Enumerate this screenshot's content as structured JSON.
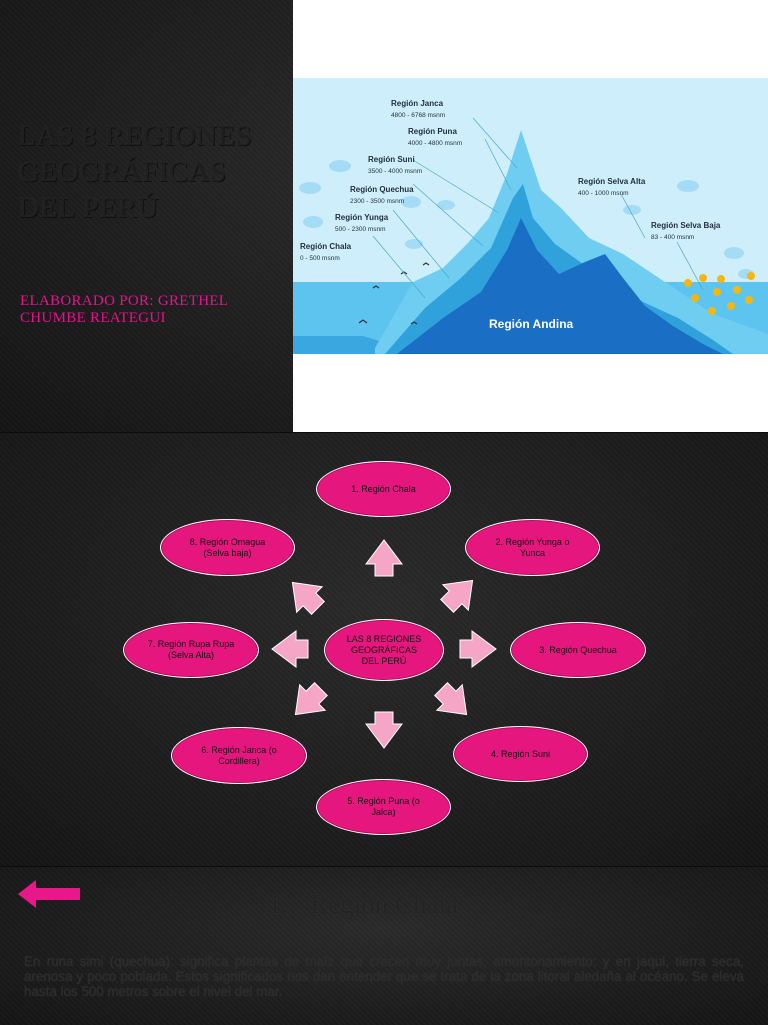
{
  "slide1": {
    "title": "LAS 8 REGIONES GEOGRÁFICAS DEL PERÚ",
    "author": "ELABORADO POR: GRETHEL CHUMBE REATEGUI",
    "map": {
      "center_label": "Región Andina",
      "regions": [
        {
          "name": "Región Janca",
          "range": "4800 - 6768 msnm"
        },
        {
          "name": "Región Puna",
          "range": "4000 - 4800 msnm"
        },
        {
          "name": "Región Suni",
          "range": "3500 - 4000 msnm"
        },
        {
          "name": "Región Quechua",
          "range": "2300 - 3500 msnm"
        },
        {
          "name": "Región Yunga",
          "range": "500 - 2300 msnm"
        },
        {
          "name": "Región Chala",
          "range": "0 - 500 msnm"
        },
        {
          "name": "Región Selva Alta",
          "range": "400 - 1000 msnm"
        },
        {
          "name": "Región Selva Baja",
          "range": "83 - 400 msnm"
        }
      ],
      "colors": {
        "sky_light": "#cfeefb",
        "mountain_light": "#5dc4ef",
        "mountain_mid": "#2f9fdb",
        "mountain_dark": "#1565c0",
        "cloud": "#9ed8f4",
        "tree": "#f2b713"
      }
    }
  },
  "slide2": {
    "center": [
      "LAS 8 REGIONES",
      "GEOGRÁFICAS",
      "DEL PERÚ"
    ],
    "nodes": [
      {
        "lines": [
          "1. Región Chala"
        ]
      },
      {
        "lines": [
          "2. Región Yunga o",
          "Yunca"
        ]
      },
      {
        "lines": [
          "3. Región Quechua"
        ]
      },
      {
        "lines": [
          "4. Región Suni"
        ]
      },
      {
        "lines": [
          "5. Región Puna (o",
          "Jalca)"
        ]
      },
      {
        "lines": [
          "6. Región Janca (o",
          "Cordillera)"
        ]
      },
      {
        "lines": [
          "7. Región Rupa Rupa",
          "(Selva Alta)"
        ]
      },
      {
        "lines": [
          "8. Región Omagua",
          "(Selva baja)"
        ]
      }
    ],
    "colors": {
      "node": "#e5177f",
      "arrow": "#f5a6c6"
    }
  },
  "slide3": {
    "number": "1.",
    "title": "Región Chala",
    "body": "En runa simi (quechua): significa plantas de maíz que crecen muy juntas, amontonamiento; y en jaqui, tierra seca, arenosa y poco poblada. Estos significados nos dan entender que se trata de la zona litoral aledaña al océano. Se eleva hasta los 500 metros sobre el nivel del mar.",
    "back_arrow_color": "#e8188a"
  }
}
